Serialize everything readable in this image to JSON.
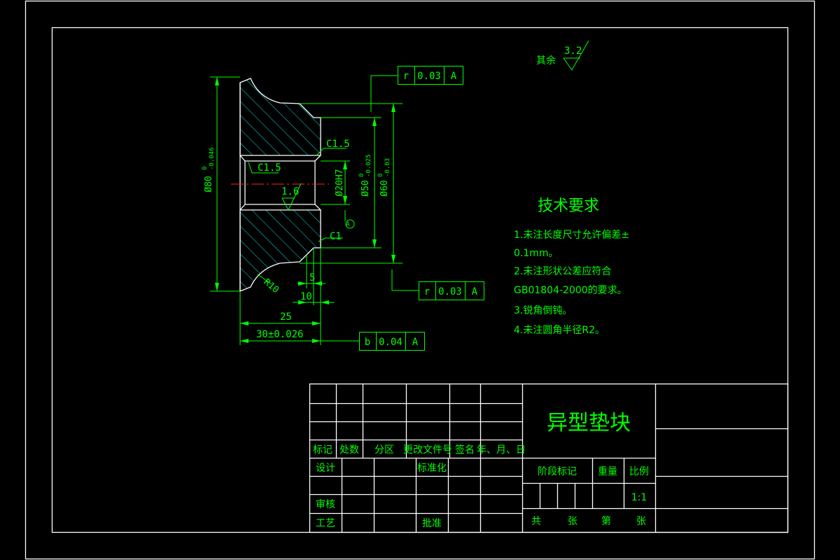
{
  "drawing": {
    "part_name": "异型垫块",
    "roughness_other_label": "其余",
    "roughness_other_value": "3.2",
    "roughness_bore_value": "1.6",
    "chamfer_top": "C1.5",
    "chamfer_bore": "C1.5",
    "chamfer_bottom": "C1",
    "radius": "R10",
    "dim_d80": "Ø80",
    "dim_d80_tol_up": "0",
    "dim_d80_tol_low": "-0.046",
    "dim_d20": "Ø20H7",
    "dim_d50": "Ø50",
    "dim_d50_tol_up": "0",
    "dim_d50_tol_low": "-0.025",
    "dim_d60": "Ø60",
    "dim_d60_tol_up": "0",
    "dim_d60_tol_low": "-0.03",
    "dim_5": "5",
    "dim_10": "10",
    "dim_25": "25",
    "dim_30": "30±0.026",
    "datum": "A",
    "fcf_top": {
      "sym": "r",
      "val": "0.03",
      "datum": "A"
    },
    "fcf_right": {
      "sym": "r",
      "val": "0.03",
      "datum": "A"
    },
    "fcf_bottom": {
      "sym": "b",
      "val": "0.04",
      "datum": "A"
    }
  },
  "tech": {
    "title": "技术要求",
    "line1": "1.未注长度尺寸允许偏差±",
    "line2": "0.1mm。",
    "line3": "2.未注形状公差应符合",
    "line4": "GB01804-2000的要求。",
    "line5": "3.锐角倒钝。",
    "line6": "4.未注圆角半径R2。"
  },
  "title_block": {
    "mark": "标记",
    "count": "处数",
    "zone": "分区",
    "change_doc": "更改文件号",
    "sign": "签名",
    "date": "年、月、日",
    "design": "设计",
    "standard": "标准化",
    "review": "审核",
    "process": "工艺",
    "approve": "批准",
    "stage_mark": "阶段标记",
    "weight": "重量",
    "scale": "比例",
    "scale_value": "1:1",
    "total": "共",
    "sheets": "张",
    "number": "第",
    "sheet": "张"
  }
}
